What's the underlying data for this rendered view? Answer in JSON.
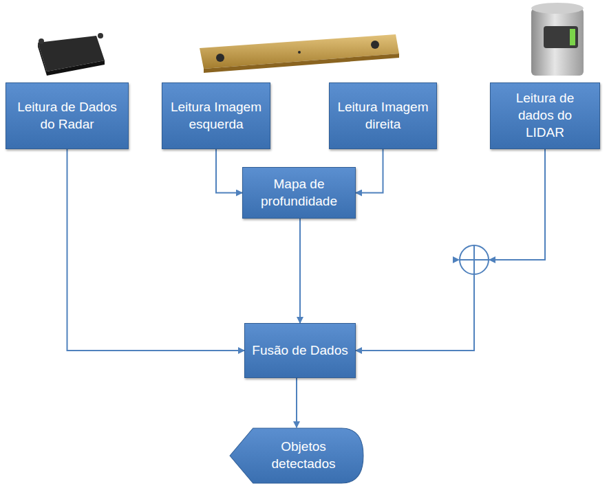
{
  "diagram": {
    "nodes": [
      {
        "text": [
          "Leitura de Dados do Radar"
        ]
      },
      {
        "text": [
          "Leitura Imagem esquerda"
        ]
      },
      {
        "text": [
          "Leitura Imagem direita"
        ]
      },
      {
        "text": [
          "Leitura de dados do LIDAR"
        ]
      },
      {
        "text": [
          "Mapa de profundidade"
        ]
      },
      {
        "text": [
          "Fusão de Dados"
        ]
      },
      {
        "text": [
          "Objetos detectados"
        ]
      }
    ],
    "edges": [
      {
        "from": 0,
        "to": 5,
        "arrow": "to"
      },
      {
        "from": 1,
        "to": 4,
        "arrow": "to"
      },
      {
        "from": 2,
        "to": 4,
        "arrow": "to"
      },
      {
        "from": 4,
        "to": 5,
        "arrow": "to"
      },
      {
        "from": 3,
        "to": 5,
        "arrow": "to"
      },
      {
        "from": 5,
        "to": 6,
        "arrow": "to"
      }
    ]
  }
}
